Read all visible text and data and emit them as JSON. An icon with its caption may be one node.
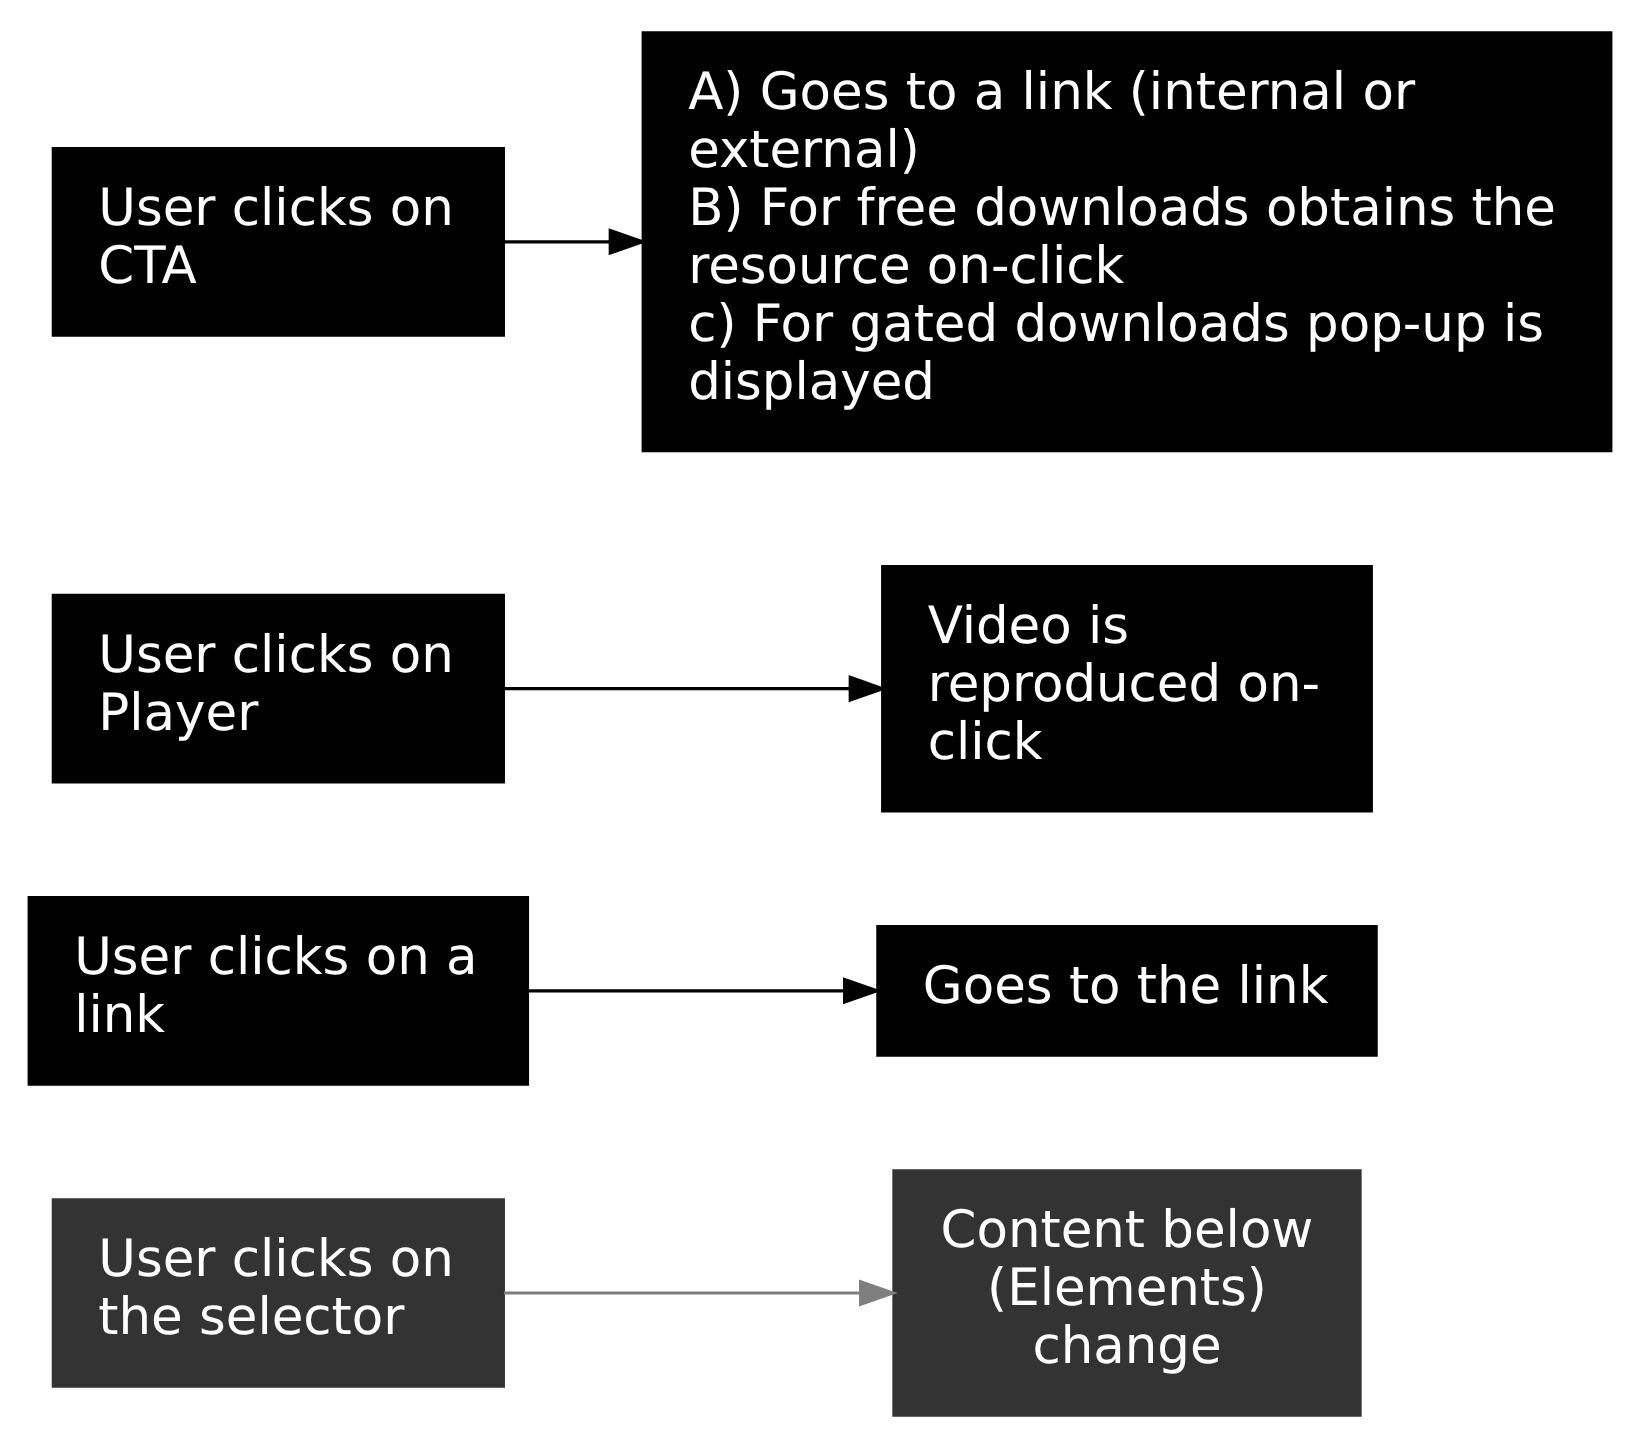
{
  "diagram": {
    "nodes": [
      {
        "text": [
          "User clicks on the selector"
        ]
      },
      {
        "text": [
          "Content below (Elements) change"
        ]
      },
      {
        "text": [
          "User clicks on a link"
        ]
      },
      {
        "text": [
          "Goes to the link"
        ]
      },
      {
        "text": [
          "User clicks on Player"
        ]
      },
      {
        "text": [
          "Video is reproduced on-click"
        ]
      },
      {
        "text": [
          "User clicks on CTA"
        ]
      },
      {
        "text": [
          "A) Goes to a link (internal or external)",
          "B) For free downloads obtains the resource on-click",
          "c) For gated downloads pop-up is displayed"
        ]
      }
    ],
    "edges": [
      {
        "from": 0,
        "to": 1,
        "arrow": "to",
        "color": "#7f7f7f"
      },
      {
        "from": 2,
        "to": 3,
        "arrow": "to"
      },
      {
        "from": 4,
        "to": 5,
        "arrow": "to"
      },
      {
        "from": 6,
        "to": 7,
        "arrow": "to"
      }
    ]
  }
}
